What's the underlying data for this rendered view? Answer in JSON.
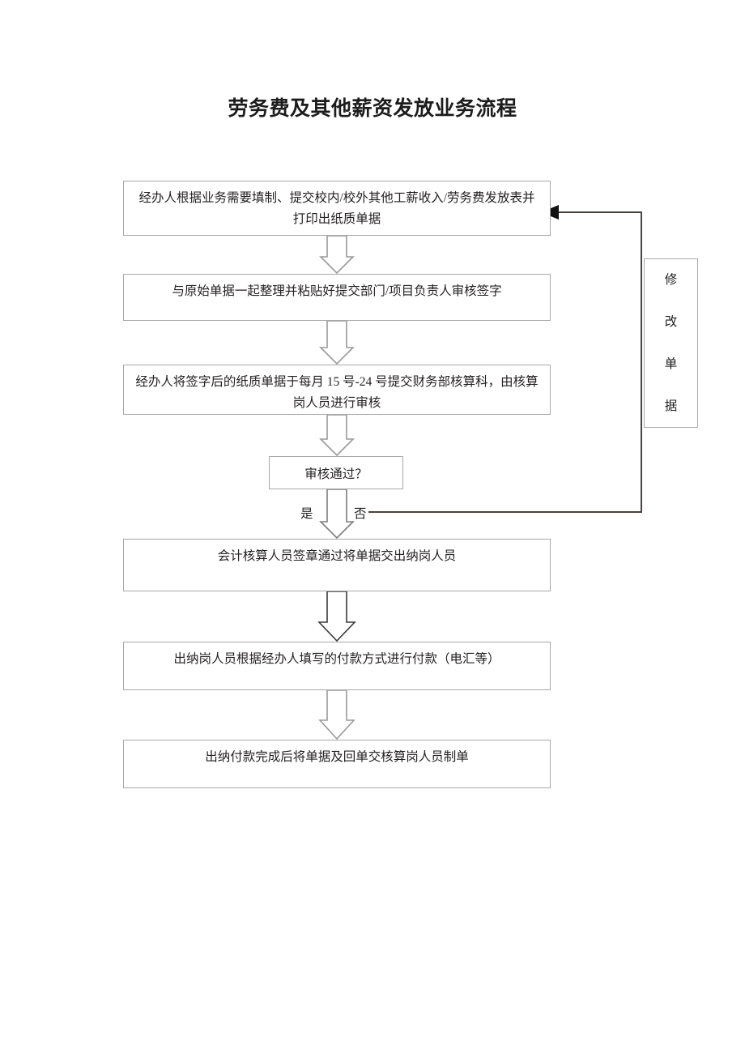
{
  "document": {
    "title": "劳务费及其他薪资发放业务流程"
  },
  "flow": {
    "nodes": [
      {
        "id": "step1",
        "text": "经办人根据业务需要填制、提交校内/校外其他工薪收入/劳务费发放表并打印出纸质单据"
      },
      {
        "id": "step2",
        "text": "与原始单据一起整理并粘贴好提交部门/项目负责人审核签字"
      },
      {
        "id": "step3",
        "text": "经办人将签字后的纸质单据于每月 15 号-24 号提交财务部核算科，由核算岗人员进行审核"
      },
      {
        "id": "decision",
        "text": "审核通过？"
      },
      {
        "id": "step4",
        "text": "会计核算人员签章通过将单据交出纳岗人员"
      },
      {
        "id": "step5",
        "text": "出纳岗人员根据经办人填写的付款方式进行付款（电汇等）"
      },
      {
        "id": "step6",
        "text": "出纳付款完成后将单据及回单交核算岗人员制单"
      }
    ],
    "feedback_box": {
      "chars": [
        "修",
        "改",
        "单",
        "据"
      ],
      "text": "修改单据"
    },
    "branch_labels": {
      "yes": "是",
      "no": "否"
    }
  },
  "colors": {
    "box_border": "#a8a8a8",
    "arrow_stroke": "#9a9a9a",
    "arrow_stroke_dark": "#3a3a3a",
    "feedback_line": "#4a4340",
    "text": "#231f20",
    "background": "#ffffff"
  }
}
